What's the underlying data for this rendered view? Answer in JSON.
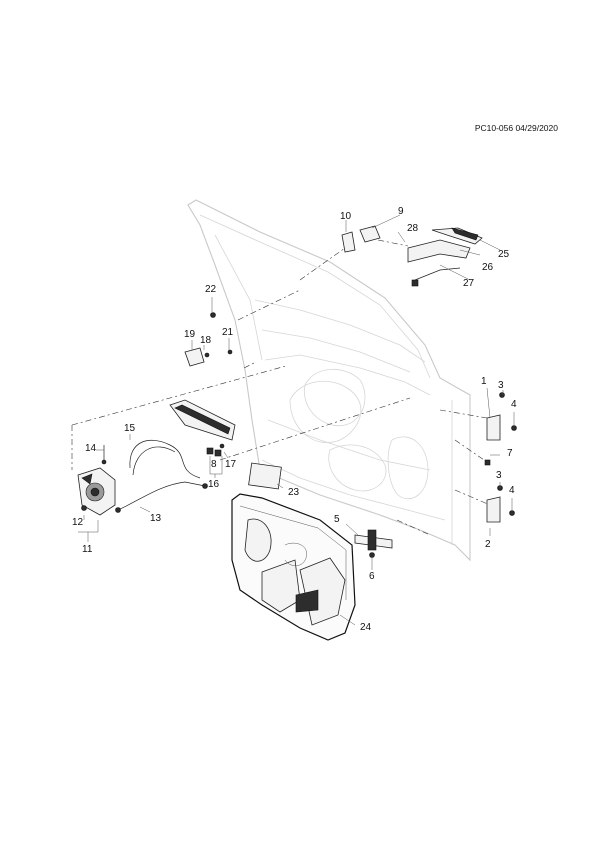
{
  "diagram_code": "PC10-056 04/29/2020",
  "callouts": [
    {
      "id": "1",
      "label": "1"
    },
    {
      "id": "2",
      "label": "2"
    },
    {
      "id": "3a",
      "label": "3"
    },
    {
      "id": "3b",
      "label": "3"
    },
    {
      "id": "4a",
      "label": "4"
    },
    {
      "id": "4b",
      "label": "4"
    },
    {
      "id": "5",
      "label": "5"
    },
    {
      "id": "6",
      "label": "6"
    },
    {
      "id": "7",
      "label": "7"
    },
    {
      "id": "8",
      "label": "8"
    },
    {
      "id": "9",
      "label": "9"
    },
    {
      "id": "10",
      "label": "10"
    },
    {
      "id": "11",
      "label": "11"
    },
    {
      "id": "12",
      "label": "12"
    },
    {
      "id": "13",
      "label": "13"
    },
    {
      "id": "14",
      "label": "14"
    },
    {
      "id": "15",
      "label": "15"
    },
    {
      "id": "16",
      "label": "16"
    },
    {
      "id": "17",
      "label": "17"
    },
    {
      "id": "18",
      "label": "18"
    },
    {
      "id": "19",
      "label": "19"
    },
    {
      "id": "21",
      "label": "21"
    },
    {
      "id": "22",
      "label": "22"
    },
    {
      "id": "23",
      "label": "23"
    },
    {
      "id": "24",
      "label": "24"
    },
    {
      "id": "25",
      "label": "25"
    },
    {
      "id": "26",
      "label": "26"
    },
    {
      "id": "27",
      "label": "27"
    },
    {
      "id": "28",
      "label": "28"
    }
  ]
}
